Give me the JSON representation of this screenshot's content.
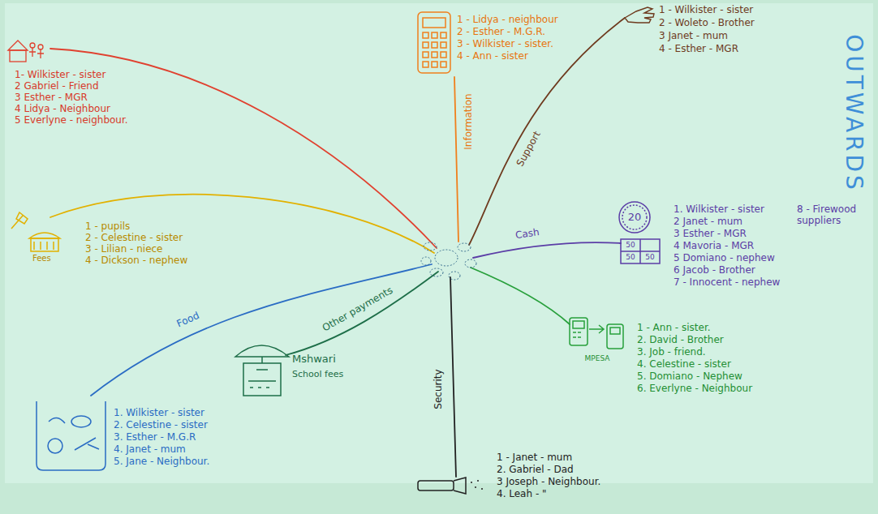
{
  "diagram": {
    "title": "OUTWARDS",
    "labels": [
      "1- Wilkister - sister",
      "2 Gabriel - Friend",
      "3 Esther - MGR",
      "4 Lidya - Neighbour",
      "5 Everlyne - neighbour.",
      "1 - Lidya - neighbour",
      "2 - Esther - M.G.R.",
      "3 - Wilkister - sister.",
      "4 - Ann - sister",
      "Information",
      "1 - Wilkister - sister",
      "2 - Woleto - Brother",
      "3 Janet - mum",
      "4 - Esther - MGR",
      "Support",
      "1 - pupils",
      "2 - Celestine - sister",
      "3 - Lilian - niece",
      "4 - Dickson - nephew",
      "Fees",
      "1. Wilkister - sister",
      "2 Janet - mum",
      "3 Esther - MGR",
      "4 Mavoria - MGR",
      "5 Domiano - nephew",
      "6 Jacob - Brother",
      "7 - Innocent - nephew",
      "8 - Firewood suppliers",
      "Cash",
      "20",
      "50",
      "50",
      "50",
      "1 - Ann - sister.",
      "2. David - Brother",
      "3. Job - friend.",
      "4. Celestine - sister",
      "5. Domiano - Nephew",
      "6. Everlyne - Neighbour",
      "MPESA",
      "Security",
      "1 - Janet - mum",
      "2. Gabriel - Dad",
      "3 Joseph - Neighbour.",
      "4. Leah - \"",
      "Other payments",
      "Mshwari",
      "School fees",
      "Food",
      "1. Wilkister - sister",
      "2. Celestine - sister",
      "3. Esther - M.G.R",
      "4. Janet - mum",
      "5. Jane - Neighbour."
    ]
  }
}
